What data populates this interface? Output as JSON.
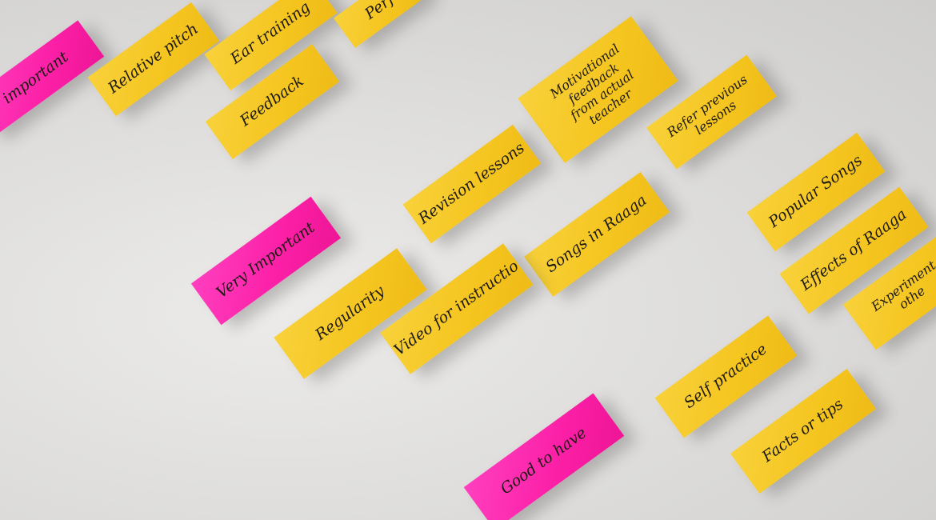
{
  "notes": [
    {
      "id": "important-partial",
      "text": "important",
      "color": "pink"
    },
    {
      "id": "relative-pitch",
      "text": "Relative pitch",
      "color": "yellow"
    },
    {
      "id": "ear-training",
      "text": "Ear training",
      "color": "yellow"
    },
    {
      "id": "perfect-partial",
      "text": "Perf",
      "color": "yellow"
    },
    {
      "id": "feedback",
      "text": "Feedback",
      "color": "yellow"
    },
    {
      "id": "motivational-feedback",
      "text": "Motivational\nfeedback\nfrom actual\nteacher",
      "color": "yellow"
    },
    {
      "id": "refer-previous-lessons",
      "text": "Refer previous\nlessons",
      "color": "yellow"
    },
    {
      "id": "revision-lessons",
      "text": "Revision lessons",
      "color": "yellow"
    },
    {
      "id": "very-important",
      "text": "Very Important",
      "color": "pink"
    },
    {
      "id": "songs-in-raaga",
      "text": "Songs in Raaga",
      "color": "yellow"
    },
    {
      "id": "popular-songs",
      "text": "Popular Songs",
      "color": "yellow"
    },
    {
      "id": "effects-of-raaga",
      "text": "Effects of Raaga",
      "color": "yellow"
    },
    {
      "id": "experiment-partial",
      "text": "Experiment\nothe",
      "color": "yellow"
    },
    {
      "id": "regularity",
      "text": "Regularity",
      "color": "yellow"
    },
    {
      "id": "video-for-instruction",
      "text": "Video for instructio",
      "color": "yellow"
    },
    {
      "id": "self-practice",
      "text": "Self practice",
      "color": "yellow"
    },
    {
      "id": "facts-or-tips",
      "text": "Facts or tips",
      "color": "yellow"
    },
    {
      "id": "good-to-have",
      "text": "Good to have",
      "color": "pink"
    }
  ]
}
